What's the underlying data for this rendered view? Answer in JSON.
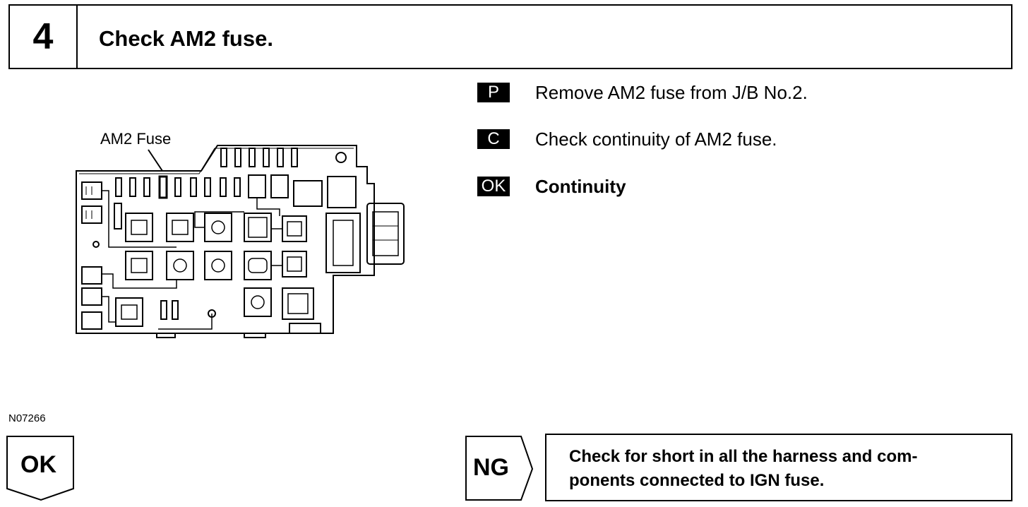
{
  "header": {
    "step_number": "4",
    "title": "Check AM2 fuse."
  },
  "diagram": {
    "callout_label": "AM2 Fuse",
    "figure_id": "N07266"
  },
  "instructions": [
    {
      "badge": "P",
      "text": "Remove AM2 fuse from J/B No.2.",
      "bold": false
    },
    {
      "badge": "C",
      "text": "Check continuity of AM2 fuse.",
      "bold": false
    },
    {
      "badge": "OK",
      "text": "Continuity",
      "bold": true
    }
  ],
  "results": {
    "ok_label": "OK",
    "ng_label": "NG",
    "ng_action_lines": [
      "Check for short in all the harness and com-",
      "ponents connected to IGN fuse."
    ]
  }
}
